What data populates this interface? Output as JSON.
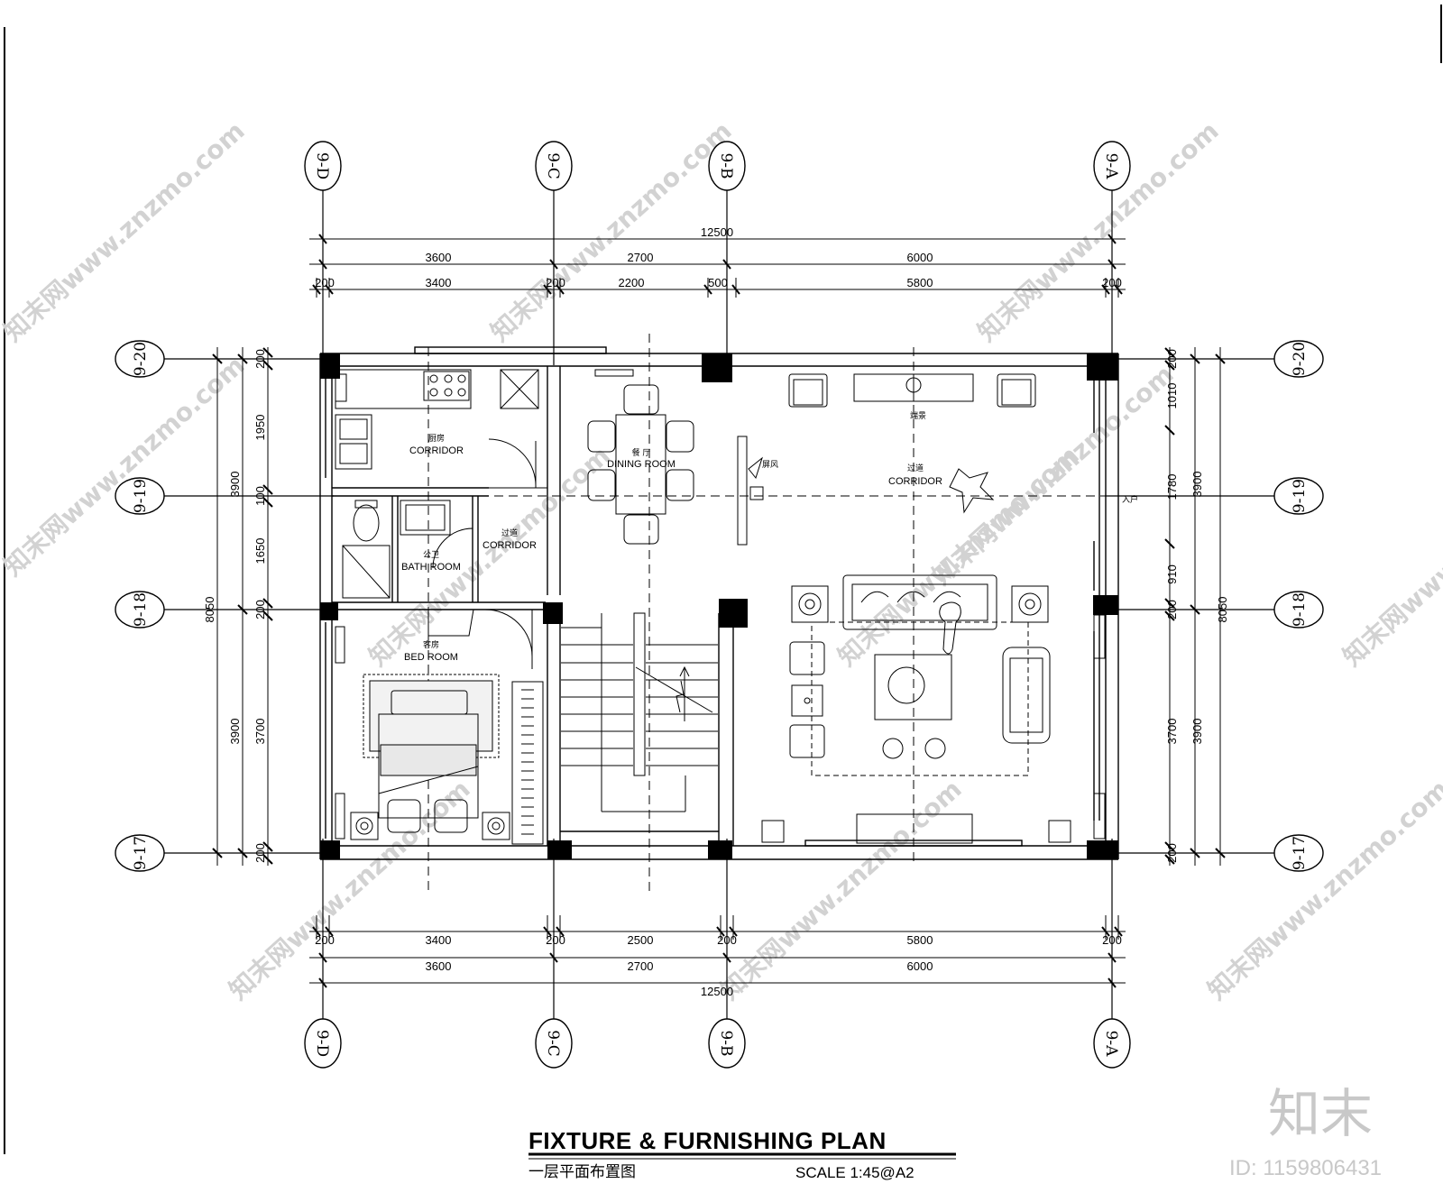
{
  "drawing": {
    "title": "FIXTURE & FURNISHING PLAN",
    "subtitle_cn": "一层平面布置图",
    "scale": "SCALE  1:45@A2"
  },
  "grid_axes": {
    "columns": [
      "9-D",
      "9-C",
      "9-B",
      "9-A"
    ],
    "rows": [
      "9-20",
      "9-19",
      "9-18",
      "9-17"
    ]
  },
  "dimensions": {
    "top_total": "12500",
    "top_mid": [
      "3600",
      "2700",
      "6000"
    ],
    "top_detail": [
      "200",
      "3400",
      "200",
      "2200",
      "500",
      "5800",
      "200"
    ],
    "bottom_detail": [
      "200",
      "3400",
      "200",
      "2500",
      "200",
      "5800",
      "200"
    ],
    "bottom_mid": [
      "3600",
      "2700",
      "6000"
    ],
    "bottom_total": "12500",
    "left_total": "8050",
    "left_mid": [
      "3900",
      "3900"
    ],
    "left_detail": [
      "200",
      "1950",
      "100",
      "1650",
      "200",
      "3700",
      "200"
    ],
    "right_total": "8050",
    "right_mid": [
      "3900",
      "3900"
    ],
    "right_detail": [
      "200",
      "1010",
      "1780",
      "910",
      "200",
      "3700",
      "200"
    ]
  },
  "rooms": {
    "kitchen_cn": "厨房",
    "kitchen_en": "CORRIDOR",
    "dining_cn": "餐 厅",
    "dining_en": "DINING ROOM",
    "hall_cn": "过道",
    "hall_en": "CORRIDOR",
    "bath_cn": "公卫",
    "bath_en": "BATH ROOM",
    "bed_cn": "客房",
    "bed_en": "BED ROOM",
    "corridor_cn": "过道",
    "corridor_en": "CORRIDOR",
    "screen_cn": "屏风",
    "feature_cn": "端景",
    "entry_cn": "入户"
  },
  "watermark": {
    "text": "知末网www.znzmo.com",
    "logo": "知末",
    "id": "ID: 1159806431"
  }
}
